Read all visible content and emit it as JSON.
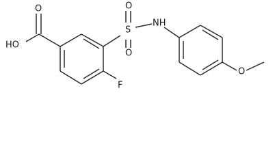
{
  "molecule": {
    "labels": {
      "hydroxyl": "HO",
      "carbonyl_oxygen": "O",
      "sulfonyl_oxygen_top": "O",
      "sulfonyl_oxygen_bottom": "O",
      "sulfur": "S",
      "amine": "NH",
      "fluorine": "F",
      "methoxy_oxygen": "O"
    }
  }
}
